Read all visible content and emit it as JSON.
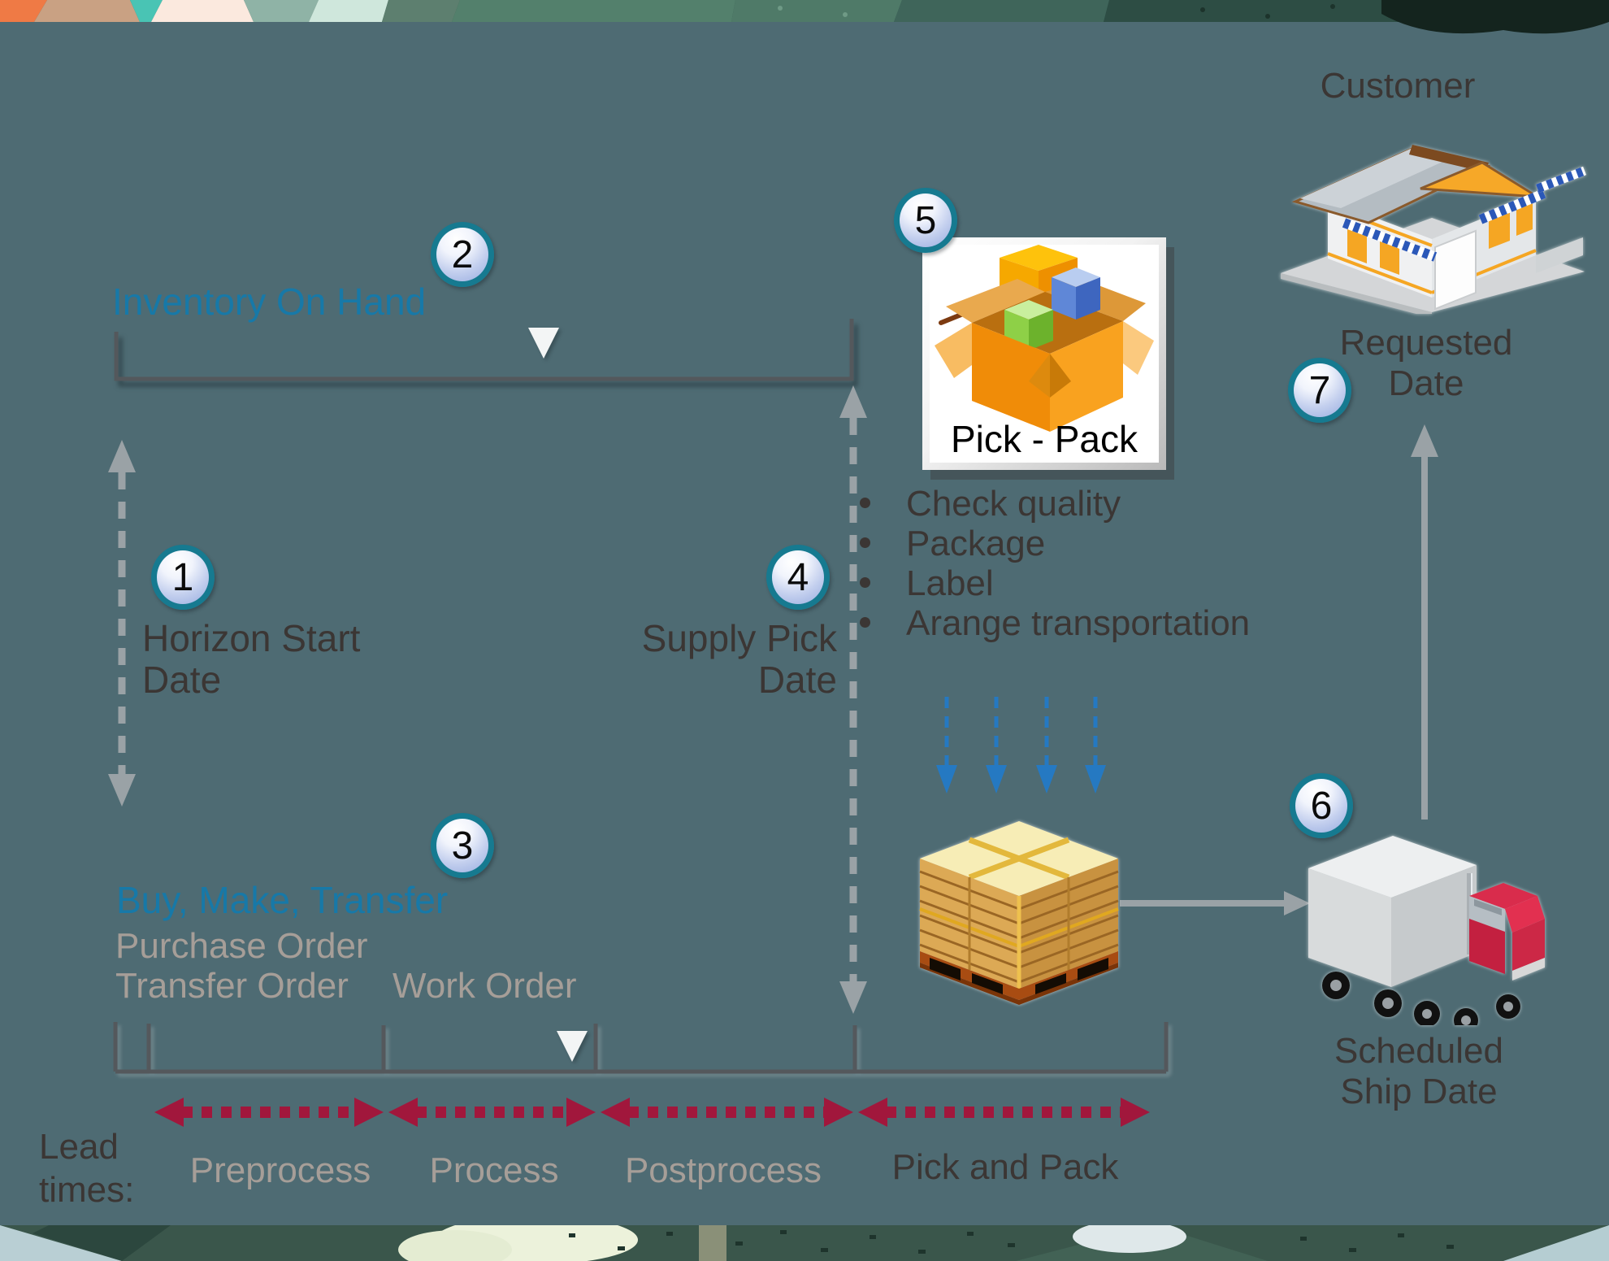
{
  "panel": {
    "background_color": "#4e6b73"
  },
  "colors": {
    "accent_blue": "#1779a8",
    "label_gray": "#a69e98",
    "text_dark": "#3b3634",
    "bracket_gray": "#54585c",
    "arrow_gray": "#9aa2a6",
    "lead_arrow_red": "#a1173c",
    "drop_arrow_blue": "#2579c2",
    "badge_ring_teal": "#167a90"
  },
  "steps": [
    "1",
    "2",
    "3",
    "4",
    "5",
    "6",
    "7"
  ],
  "timeline": {
    "inventory_on_hand": "Inventory On Hand",
    "horizon_start": [
      "Horizon Start",
      "Date"
    ],
    "supply_pick": [
      "Supply Pick",
      "Date"
    ],
    "buy_make_transfer": "Buy, Make, Transfer",
    "order_types": [
      "Purchase Order",
      "Transfer Order",
      "Work Order"
    ]
  },
  "pick_pack": {
    "tile_label": "Pick - Pack",
    "tasks": [
      "Check quality",
      "Package",
      "Label",
      "Arange transportation"
    ]
  },
  "shipping": {
    "customer": "Customer",
    "requested_date": [
      "Requested",
      "Date"
    ],
    "scheduled_ship_date": [
      "Scheduled",
      "Ship Date"
    ]
  },
  "lead_times": {
    "heading": [
      "Lead",
      "times:"
    ],
    "segments": [
      "Preprocess",
      "Process",
      "Postprocess",
      "Pick and Pack"
    ]
  },
  "icons": {
    "pick_pack_tile": "open-box-icon",
    "customer": "store-building-icon",
    "pallet": "pallet-boxes-icon",
    "truck": "delivery-truck-icon",
    "markers": "down-triangle-marker-icon"
  }
}
